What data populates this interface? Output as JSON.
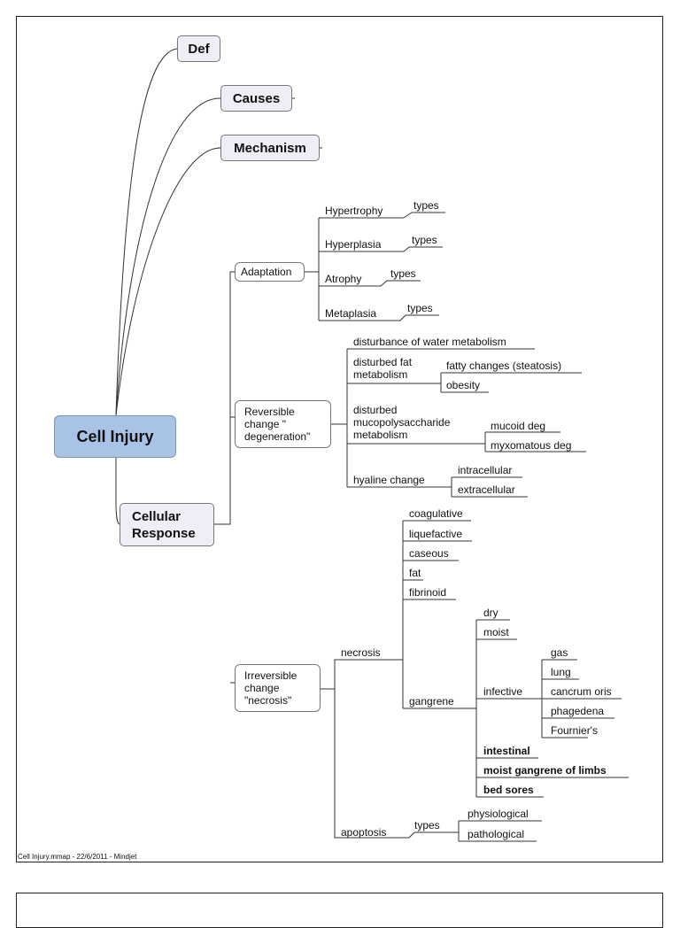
{
  "map": {
    "root": "Cell Injury",
    "def": "Def",
    "causes": "Causes",
    "mechanism": "Mechanism",
    "cellular_response": "Cellular\nResponse",
    "adaptation": {
      "label": "Adaptation",
      "items": [
        "Hypertrophy",
        "Hyperplasia",
        "Atrophy",
        "Metaplasia"
      ],
      "types": "types"
    },
    "reversible": {
      "label": "Reversible\nchange \"\ndegeneration\"",
      "water": "disturbance of water metabolism",
      "fat": "disturbed fat\nmetabolism",
      "fatty_changes": "fatty changes (steatosis)",
      "obesity": "obesity",
      "mucopoly": "disturbed\nmucopolysaccharide\nmetabolism",
      "mucoid": "mucoid deg",
      "myxomatous": "myxomatous deg",
      "hyaline": "hyaline change",
      "intracellular": "intracellular",
      "extracellular": "extracellular"
    },
    "irreversible": {
      "label": "Irreversible\nchange\n\"necrosis\"",
      "necrosis": "necrosis",
      "necrosis_types": [
        "coagulative",
        "liquefactive",
        "caseous",
        "fat",
        "fibrinoid"
      ],
      "gangrene": "gangrene",
      "dry": "dry",
      "moist": "moist",
      "infective": "infective",
      "infective_types": [
        "gas",
        "lung",
        "cancrum oris",
        "phagedena",
        "Fournier's"
      ],
      "intestinal": "intestinal",
      "moist_limbs": "moist gangrene of limbs",
      "bed_sores": "bed sores",
      "apoptosis": "apoptosis",
      "apoptosis_types": "types",
      "physiological": "physiological",
      "pathological": "pathological"
    }
  },
  "footer": "Cell Injury.mmap - 22/6/2011 - Mindjet"
}
